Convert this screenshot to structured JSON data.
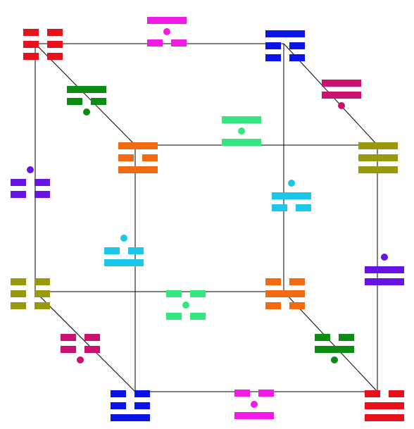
{
  "diagram": {
    "kind": "cube-of-trigrams",
    "edge_color": "#000000",
    "vertices": [
      {
        "id": "v-back-top-left",
        "lines": "yin-yin-yin",
        "color": "#e8101a"
      },
      {
        "id": "v-back-top-right",
        "lines": "yang-yin-yin",
        "color": "#0a14e6"
      },
      {
        "id": "v-front-top-left",
        "lines": "yang-yin-yang",
        "color": "#f26a12"
      },
      {
        "id": "v-front-top-right",
        "lines": "yang-yang-yang",
        "color": "#99990f"
      },
      {
        "id": "v-back-bottom-left",
        "lines": "yin-yin-yin",
        "color": "#99990f"
      },
      {
        "id": "v-back-bottom-right",
        "lines": "yin-yang-yin",
        "color": "#f26a12"
      },
      {
        "id": "v-front-bottom-left",
        "lines": "yin-yin-yang",
        "color": "#0a14e6"
      },
      {
        "id": "v-front-bottom-right",
        "lines": "yin-yang-yang",
        "color": "#e8101a"
      }
    ],
    "edge_markers": [
      {
        "id": "m-back-top",
        "lines": "yang-yin",
        "dot": "middle",
        "color": "#f21ae6"
      },
      {
        "id": "m-top-left-depth",
        "lines": "yang-yin",
        "dot": "bottom",
        "color": "#0a8c14"
      },
      {
        "id": "m-top-right-depth",
        "lines": "yang-yang",
        "dot": "bottom",
        "color": "#cc1070"
      },
      {
        "id": "m-front-top",
        "lines": "yang-yang",
        "dot": "middle",
        "color": "#33e680"
      },
      {
        "id": "m-back-left",
        "lines": "yin-yin",
        "dot": "top",
        "color": "#6614e6"
      },
      {
        "id": "m-back-right",
        "lines": "yang-yin",
        "dot": "top",
        "color": "#1ac6ea"
      },
      {
        "id": "m-front-left",
        "lines": "yin-yang",
        "dot": "top",
        "color": "#1ac6ea"
      },
      {
        "id": "m-front-right",
        "lines": "yang-yang",
        "dot": "top",
        "color": "#6614e6"
      },
      {
        "id": "m-back-bottom",
        "lines": "yin-yin",
        "dot": "middle",
        "color": "#33e680"
      },
      {
        "id": "m-bottom-left-depth",
        "lines": "yin-yin",
        "dot": "bottom",
        "color": "#cc1070"
      },
      {
        "id": "m-bottom-right-depth",
        "lines": "yin-yang",
        "dot": "bottom",
        "color": "#0a8c14"
      },
      {
        "id": "m-front-bottom",
        "lines": "yin-yang",
        "dot": "middle",
        "color": "#f21ae6"
      }
    ]
  }
}
